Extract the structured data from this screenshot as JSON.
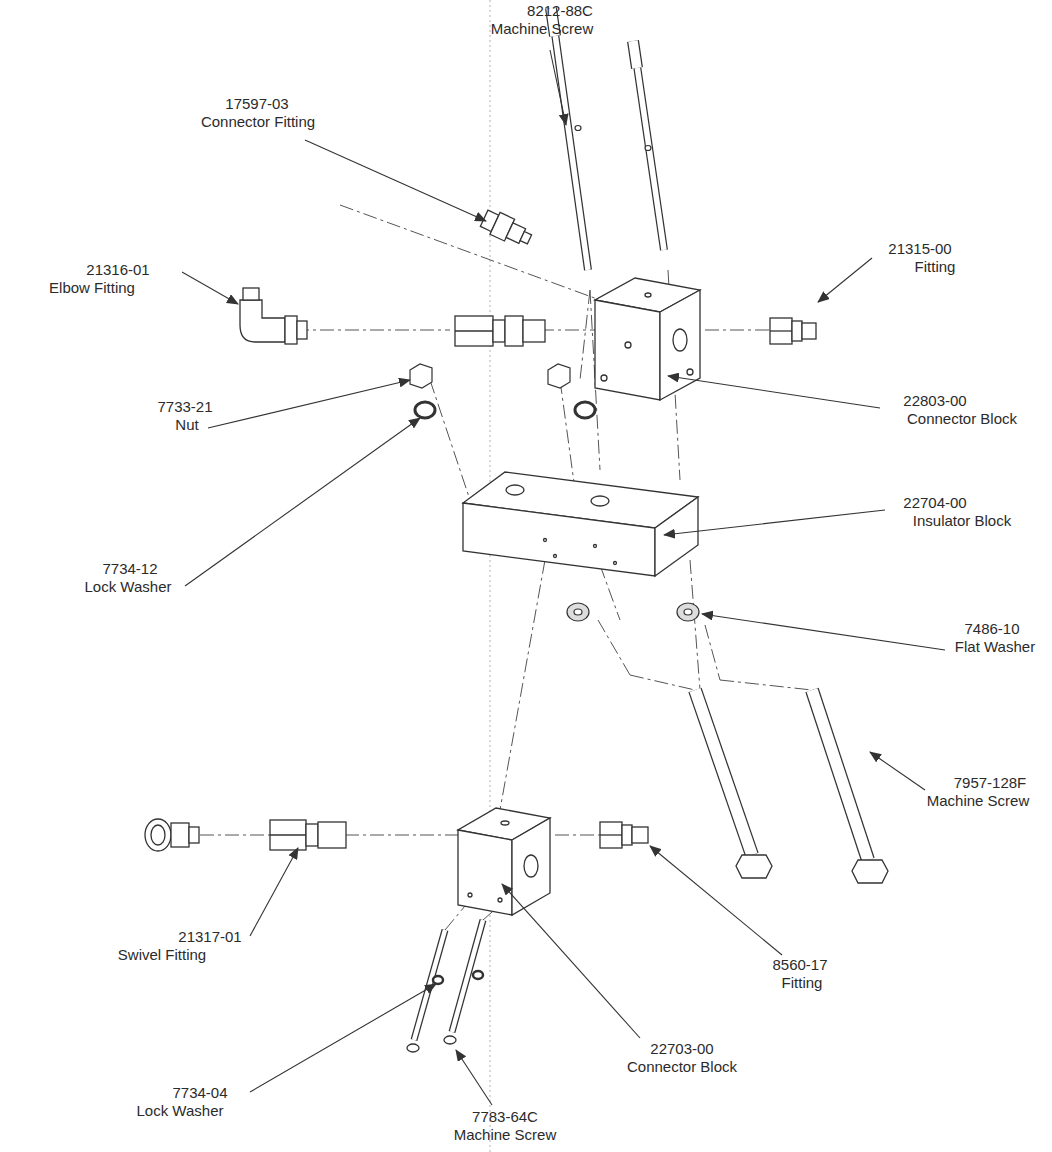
{
  "diagram": {
    "labels": [
      "8212-88C",
      "Machine Screw",
      "17597-03",
      "Connector Fitting",
      "21316-01",
      "Elbow Fitting",
      "21315-00",
      "Fitting",
      "7733-21",
      "Nut",
      "22803-00",
      "Connector Block",
      "7734-12",
      "Lock Washer",
      "22704-00",
      "Insulator Block",
      "7486-10",
      "Flat Washer",
      "7957-128F",
      "Machine Screw",
      "21317-01",
      "Swivel Fitting",
      "8560-17",
      "Fitting",
      "7734-04",
      "Lock Washer",
      "22703-00",
      "Connector Block",
      "7783-64C",
      "Machine Screw"
    ]
  }
}
